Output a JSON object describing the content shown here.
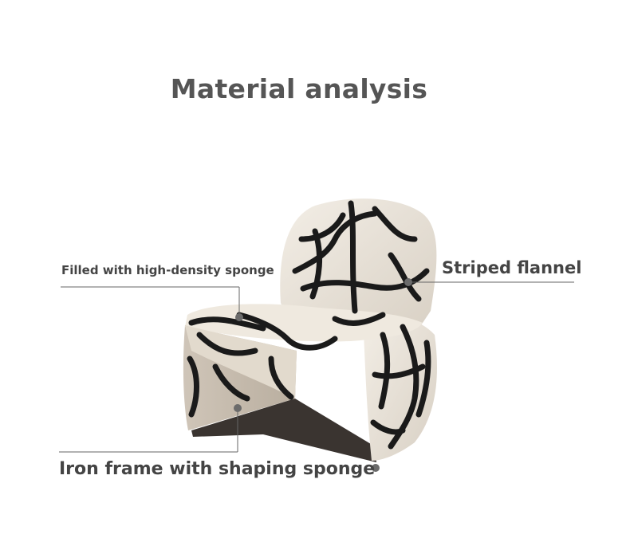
{
  "page": {
    "title": "Material analysis"
  },
  "callouts": [
    {
      "label": "Filled with high-density sponge"
    },
    {
      "label": "Striped flannel"
    },
    {
      "label": "Iron frame with shaping sponge"
    }
  ],
  "colors": {
    "title": "#555555",
    "label": "#444444",
    "leader_line": "#666666",
    "marker": "#6b6b6b",
    "fabric": "#ece6dc",
    "stripe": "#1a1a1a"
  },
  "icons": {
    "chair": "abstract-striped-lounge-chair"
  }
}
